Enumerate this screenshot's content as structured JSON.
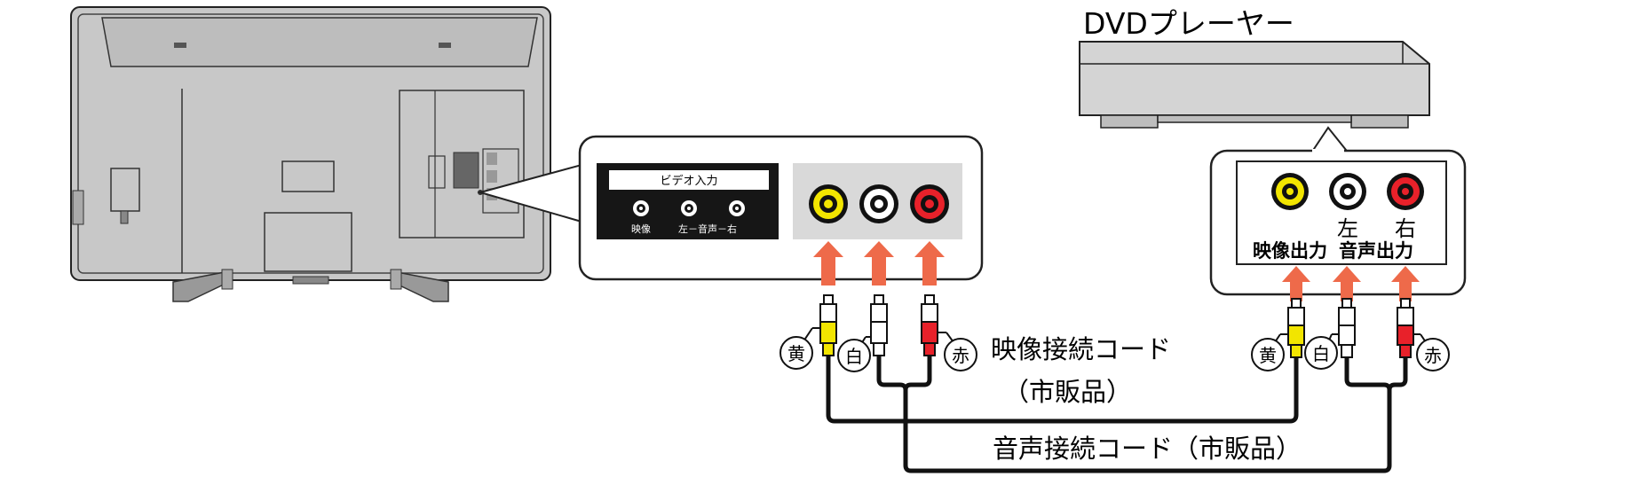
{
  "dvd_player": {
    "title": "DVDプレーヤー"
  },
  "tv_panel": {
    "label": "ビデオ入力",
    "video_label": "映像",
    "audio_label": "左－音声－右"
  },
  "dvd_panel": {
    "left_label": "左",
    "right_label": "右",
    "video_out_label": "映像出力",
    "audio_out_label": "音声出力"
  },
  "video_cable": {
    "line1": "映像接続コード",
    "line2": "（市販品）"
  },
  "audio_cable": {
    "label": "音声接続コード（市販品）"
  },
  "plug_labels": {
    "yellow": "黄",
    "white": "白",
    "red": "赤"
  },
  "colors": {
    "yellow": "#f2e500",
    "white": "#ffffff",
    "red": "#e8212a",
    "arrow": "#ee6a4a",
    "tv_body": "#c8c8c8",
    "port_panel": "#d9d9d9",
    "black_panel": "#161616"
  }
}
